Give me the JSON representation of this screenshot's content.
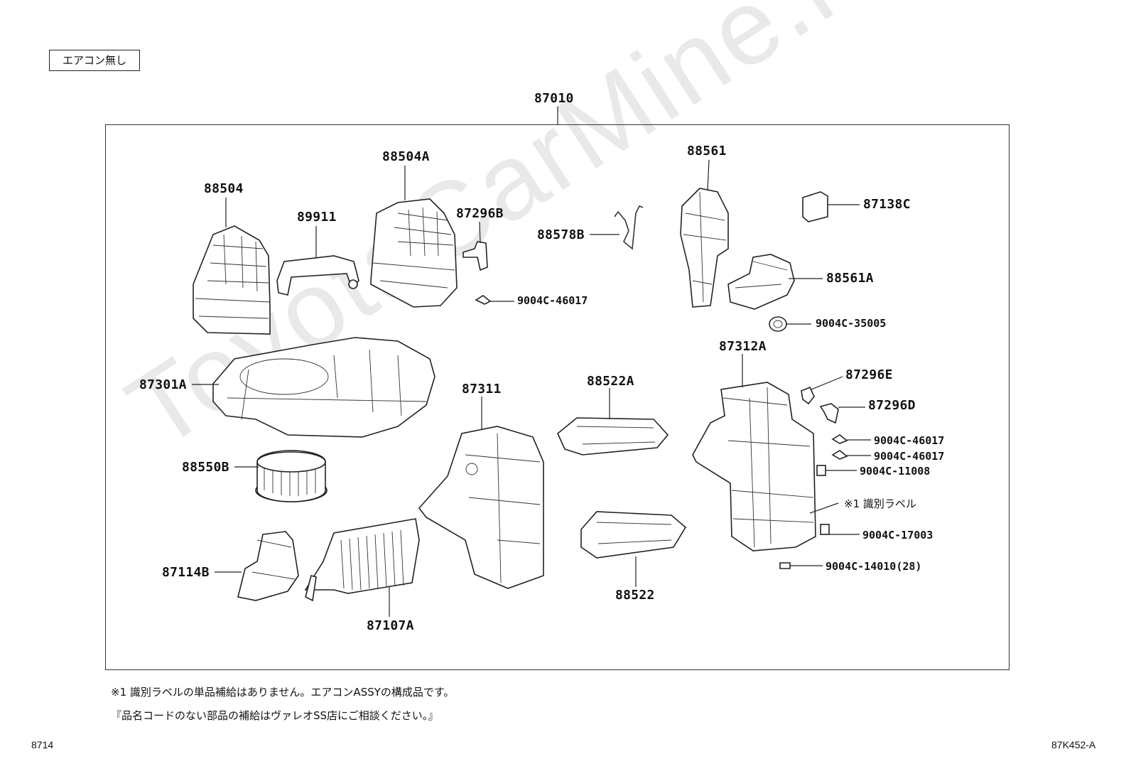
{
  "header": {
    "tag": "エアコン無し",
    "assembly_number": "87010"
  },
  "watermark": "ToyotaCarMine.ru",
  "parts": {
    "p88504": "88504",
    "p89911": "89911",
    "p88504A": "88504A",
    "p87296B": "87296B",
    "p9004C_46017_a": "9004C-46017",
    "p88578B": "88578B",
    "p88561": "88561",
    "p87138C": "87138C",
    "p88561A": "88561A",
    "p9004C_35005": "9004C-35005",
    "p87312A": "87312A",
    "p87301A": "87301A",
    "p87311": "87311",
    "p88522A": "88522A",
    "p87296E": "87296E",
    "p87296D": "87296D",
    "p9004C_46017_b": "9004C-46017",
    "p9004C_46017_c": "9004C-46017",
    "p9004C_11008": "9004C-11008",
    "label_note": "※1 識別ラベル",
    "p9004C_17003": "9004C-17003",
    "p9004C_14010": "9004C-14010(28)",
    "p88550B": "88550B",
    "p87114B": "87114B",
    "p87107A": "87107A",
    "p88522": "88522"
  },
  "notes": {
    "line1": "※1  識別ラベルの単品補給はありません。エアコンASSYの構成品です。",
    "line2": "『品名コードのない部品の補給はヴァレオSS店にご相談ください。』"
  },
  "footer": {
    "page": "8714",
    "figure": "87K452-A"
  }
}
